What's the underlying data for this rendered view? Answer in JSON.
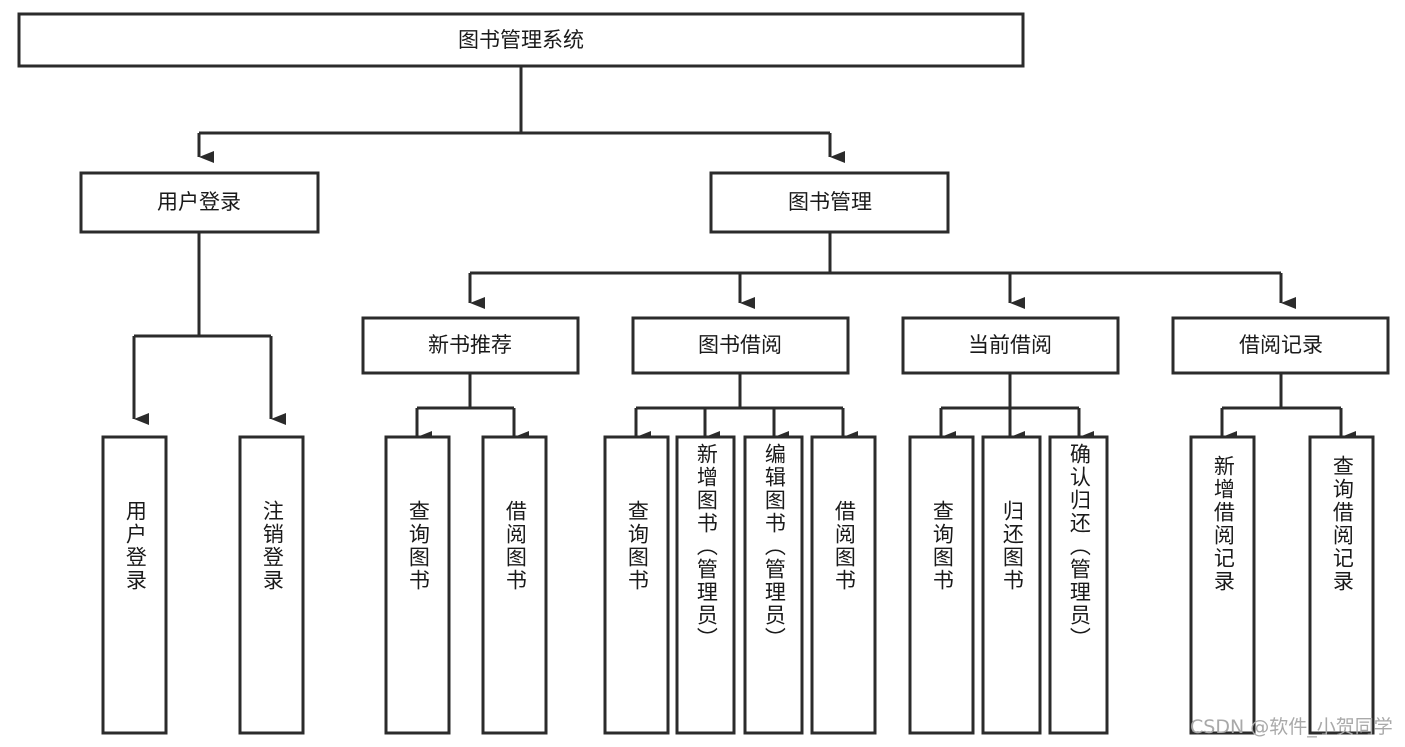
{
  "diagram": {
    "title": "图书管理系统",
    "type": "tree-hierarchy",
    "background_color": "#ffffff",
    "box_border_color": "#2b2b2b",
    "text_color": "#1a1a1a",
    "root": {
      "label": "图书管理系统"
    },
    "level2": [
      {
        "label": "用户登录"
      },
      {
        "label": "图书管理"
      }
    ],
    "level3": [
      {
        "label": "新书推荐"
      },
      {
        "label": "图书借阅"
      },
      {
        "label": "当前借阅"
      },
      {
        "label": "借阅记录"
      }
    ],
    "leaves": {
      "user_login": [
        {
          "label": "用户登录"
        },
        {
          "label": "注销登录"
        }
      ],
      "new_book_recommend": [
        {
          "label": "查询图书"
        },
        {
          "label": "借阅图书"
        }
      ],
      "book_borrow": [
        {
          "label": "查询图书"
        },
        {
          "label": "新增图书（管理员）"
        },
        {
          "label": "编辑图书（管理员）"
        },
        {
          "label": "借阅图书"
        }
      ],
      "current_borrow": [
        {
          "label": "查询图书"
        },
        {
          "label": "归还图书"
        },
        {
          "label": "确认归还（管理员）"
        }
      ],
      "borrow_record": [
        {
          "label": "新增借阅记录"
        },
        {
          "label": "查询借阅记录"
        }
      ]
    }
  },
  "watermark": {
    "text": "CSDN @软件_小贺同学"
  }
}
